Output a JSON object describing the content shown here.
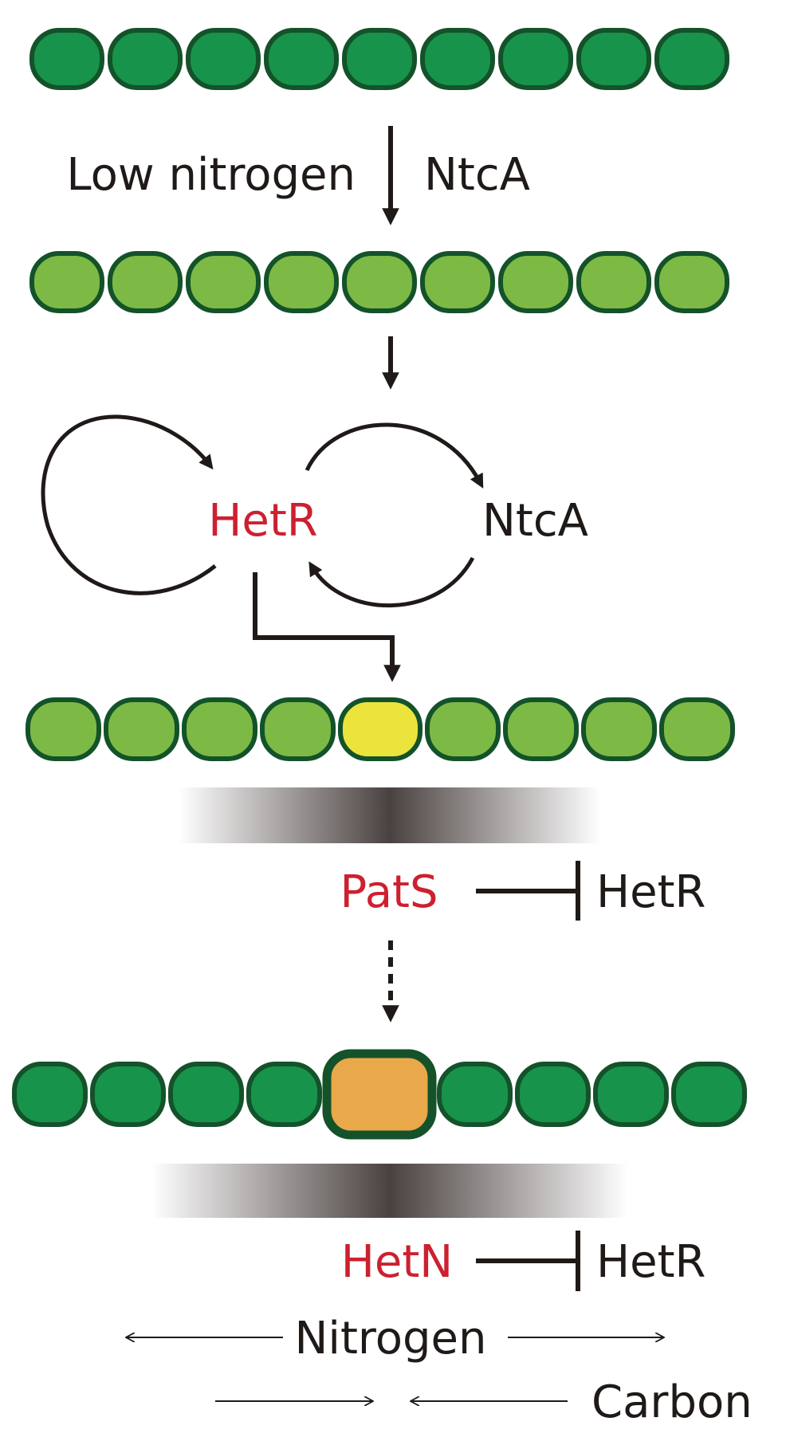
{
  "labels": {
    "low_nitrogen": "Low nitrogen",
    "ntca_top": "NtcA",
    "hetr_loop": "HetR",
    "ntca_loop": "NtcA",
    "pats": "PatS",
    "hetr_inhibited_1": "HetR",
    "hetn": "HetN",
    "hetr_inhibited_2": "HetR",
    "nitrogen": "Nitrogen",
    "carbon": "Carbon"
  },
  "colors": {
    "vegetative_dark": "#18934b",
    "vegetative_light": "#7dba45",
    "cell_outline": "#14522a",
    "proheterocyst": "#ebe43c",
    "heterocyst": "#e9a84a",
    "regulator_text": "#cd2030",
    "ink": "#1f1a17"
  },
  "filaments": [
    {
      "row": 1,
      "cells": 9,
      "cell_color": "vegetative_dark"
    },
    {
      "row": 2,
      "cells": 9,
      "cell_color": "vegetative_light"
    },
    {
      "row": 3,
      "cells": 9,
      "cell_color": "vegetative_light",
      "special_cell_index": 4,
      "special_color": "proheterocyst"
    },
    {
      "row": 4,
      "cells": 9,
      "cell_color": "vegetative_dark",
      "special_cell_index": 4,
      "special_color": "heterocyst"
    }
  ]
}
